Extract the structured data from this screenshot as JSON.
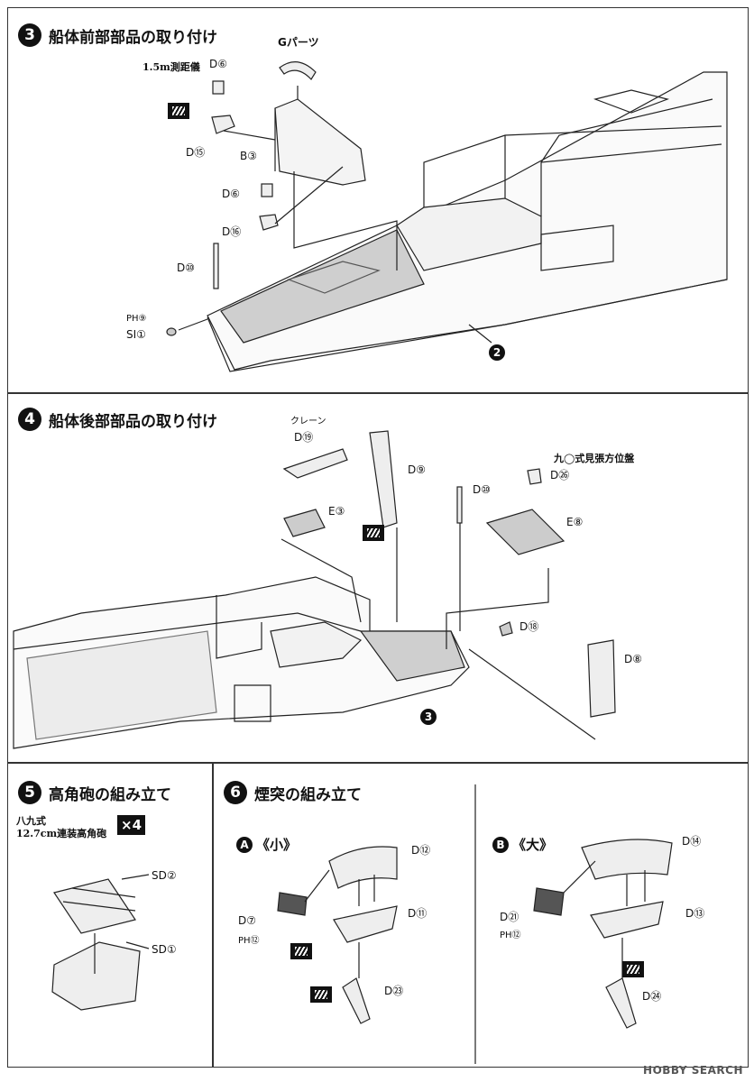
{
  "step3": {
    "number": "3",
    "title": "船体前部部品の取り付け",
    "labels": {
      "g_parts": "Gパーツ",
      "rangefinder": "1.5m測距儀",
      "d6a": "D⑥",
      "d15": "D⑮",
      "b3": "B③",
      "d6b": "D⑥",
      "d16": "D⑯",
      "d10": "D⑩",
      "ph9": "PH⑨",
      "sl1": "SI①"
    },
    "callout": "2"
  },
  "step4": {
    "number": "4",
    "title": "船体後部部品の取り付け",
    "labels": {
      "crane": "クレーン",
      "d19": "D⑲",
      "d9": "D⑨",
      "e3": "E③",
      "d10": "D⑩",
      "director": "九◯式見張方位盤",
      "d26": "D㉖",
      "e8": "E⑧",
      "d18": "D⑱",
      "d8": "D⑧"
    },
    "callout": "3"
  },
  "step5": {
    "number": "5",
    "title": "高角砲の組み立て",
    "gun_line1": "八九式",
    "gun_line2": "12.7cm連装高角砲",
    "multiplier": "×4",
    "labels": {
      "sd2": "SD②",
      "sd1": "SD①"
    }
  },
  "step6": {
    "number": "6",
    "title": "煙突の組み立て",
    "variant_a": {
      "mark": "A",
      "name": "《小》",
      "d12": "D⑫",
      "d7": "D⑦",
      "ph12": "PH⑫",
      "d11": "D⑪",
      "d23": "D㉓"
    },
    "variant_b": {
      "mark": "B",
      "name": "《大》",
      "d14": "D⑭",
      "d21": "D㉑",
      "ph12": "PH⑫",
      "d13": "D⑬",
      "d24": "D㉔"
    }
  },
  "watermark": "HOBBY SEARCH"
}
